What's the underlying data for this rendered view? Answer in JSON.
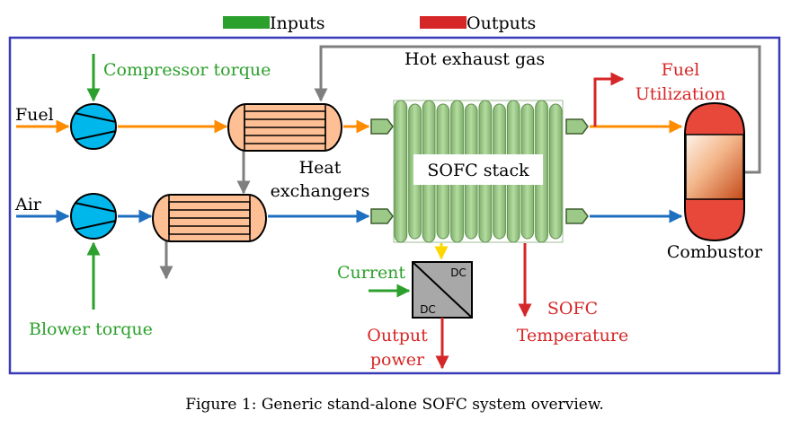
{
  "legend": {
    "inputs_label": "Inputs",
    "outputs_label": "Outputs",
    "inputs_color": "#2ca02c",
    "outputs_color": "#d62728"
  },
  "labels": {
    "fuel": "Fuel",
    "air": "Air",
    "compressor_torque": "Compressor torque",
    "blower_torque": "Blower torque",
    "hot_exhaust_gas": "Hot exhaust gas",
    "heat_exchangers_line1": "Heat",
    "heat_exchangers_line2": "exchangers",
    "sofc_stack": "SOFC stack",
    "fuel_utilization_line1": "Fuel",
    "fuel_utilization_line2": "Utilization",
    "combustor": "Combustor",
    "current": "Current",
    "converter_dc_top": "DC",
    "converter_dc_bottom": "DC",
    "output_power_line1": "Output",
    "output_power_line2": "power",
    "sofc_temperature_line1": "SOFC",
    "sofc_temperature_line2": "Temperature"
  },
  "caption": "Figure 1: Generic stand-alone SOFC system overview.",
  "colors": {
    "frame": "#3a3ab8",
    "fuel_stream": "#ff8c00",
    "air_stream": "#1f6fc0",
    "exhaust": "#7f7f7f",
    "pump": "#00b7eb",
    "heat_exchanger": "#ffbf94",
    "stack": "#9cc987",
    "combustor": "#e8483a",
    "power": "#ffd700"
  }
}
